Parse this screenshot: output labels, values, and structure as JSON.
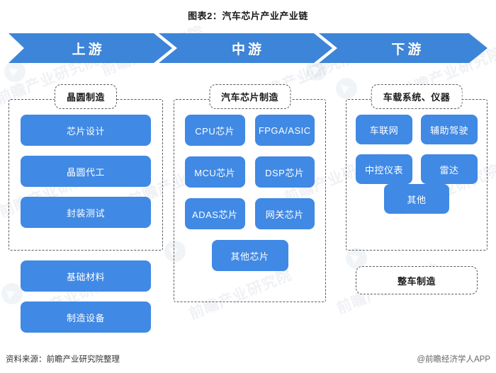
{
  "title": "图表2：汽车芯片产业产业链",
  "colors": {
    "banner_blue": "#3d85d8",
    "box_blue": "#4089e4",
    "dashed_border": "#5a5a5a",
    "text_dark": "#1a1a1a",
    "text_white": "#ffffff"
  },
  "banner": {
    "segments": [
      {
        "label": "上游"
      },
      {
        "label": "中游"
      },
      {
        "label": "下游"
      }
    ]
  },
  "columns": {
    "upstream": {
      "group_title": "晶圆制造",
      "items": [
        {
          "label": "芯片设计"
        },
        {
          "label": "晶圆代工"
        },
        {
          "label": "封装测试"
        }
      ],
      "outside_items": [
        {
          "label": "基础材料"
        },
        {
          "label": "制造设备"
        }
      ]
    },
    "midstream": {
      "group_title": "汽车芯片制造",
      "items": [
        {
          "label": "CPU芯片"
        },
        {
          "label": "FPGA/ASIC"
        },
        {
          "label": "MCU芯片"
        },
        {
          "label": "DSP芯片"
        },
        {
          "label": "ADAS芯片"
        },
        {
          "label": "网关芯片"
        }
      ],
      "single_item": {
        "label": "其他芯片"
      }
    },
    "downstream": {
      "group_title": "车载系统、仪器",
      "items": [
        {
          "label": "车联网"
        },
        {
          "label": "辅助驾驶"
        },
        {
          "label": "中控仪表"
        },
        {
          "label": "雷达"
        }
      ],
      "single_item": {
        "label": "其他"
      },
      "outside_box": {
        "label": "整车制造"
      }
    }
  },
  "footer": {
    "source": "资料来源：前瞻产业研究院整理",
    "credit": "@前瞻经济学人APP"
  },
  "watermark": {
    "text": "前瞻产业研究院"
  }
}
